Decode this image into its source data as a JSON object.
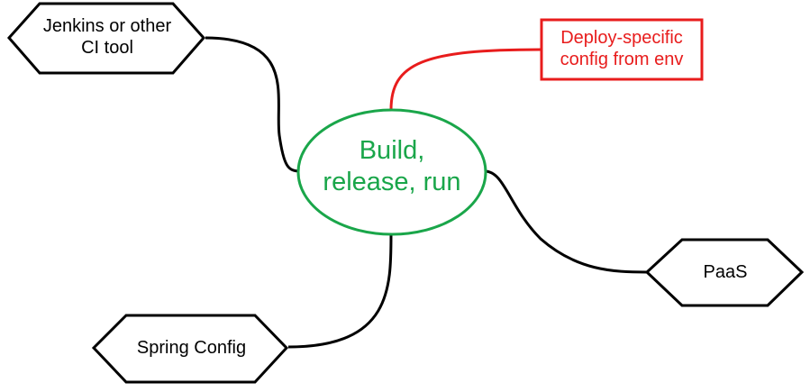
{
  "diagram": {
    "center": {
      "line1": "Build,",
      "line2": "release, run",
      "color": "#1aa64a"
    },
    "nodes": {
      "jenkins": {
        "line1": "Jenkins or other",
        "line2": "CI tool"
      },
      "deploy": {
        "line1": "Deploy-specific",
        "line2": "config from env",
        "color": "#e81c1c"
      },
      "paas": {
        "label": "PaaS"
      },
      "spring": {
        "label": "Spring Config"
      }
    },
    "colors": {
      "default_stroke": "#000000",
      "highlight_stroke": "#e81c1c"
    }
  }
}
